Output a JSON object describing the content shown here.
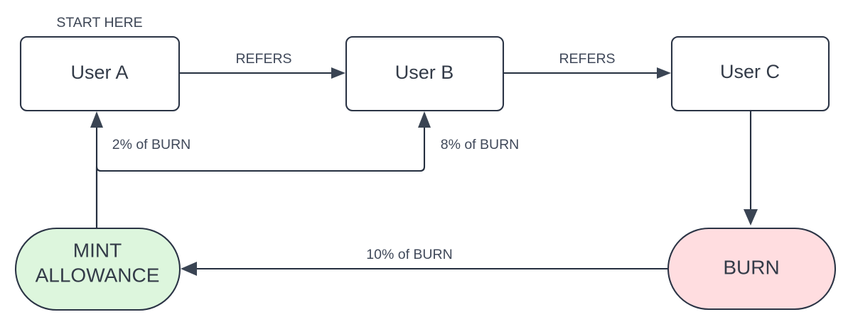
{
  "diagram": {
    "title_annotation": "START HERE",
    "background_color": "#ffffff",
    "stroke_color": "#252f3f",
    "text_color": "#333b48",
    "nodes": [
      {
        "id": "userA",
        "label": "User A",
        "shape": "rounded-rect",
        "fill": "#ffffff"
      },
      {
        "id": "userB",
        "label": "User B",
        "shape": "rounded-rect",
        "fill": "#ffffff"
      },
      {
        "id": "userC",
        "label": "User C",
        "shape": "rounded-rect",
        "fill": "#ffffff"
      },
      {
        "id": "mint",
        "label_line1": "MINT",
        "label_line2": "ALLOWANCE",
        "shape": "stadium",
        "fill": "#ddf6dd"
      },
      {
        "id": "burn",
        "label": "BURN",
        "shape": "stadium",
        "fill": "#ffdde0"
      }
    ],
    "edges": [
      {
        "id": "a-to-b",
        "from": "userA",
        "to": "userB",
        "label": "REFERS"
      },
      {
        "id": "b-to-c",
        "from": "userB",
        "to": "userC",
        "label": "REFERS"
      },
      {
        "id": "c-to-burn",
        "from": "userC",
        "to": "burn",
        "label": ""
      },
      {
        "id": "burn-to-mint",
        "from": "burn",
        "to": "mint",
        "label": "10% of BURN"
      },
      {
        "id": "mint-to-a",
        "from": "mint",
        "to": "userA",
        "label": "2% of BURN"
      },
      {
        "id": "mint-to-b",
        "from": "mint",
        "to": "userB",
        "label": "8% of BURN"
      }
    ]
  }
}
